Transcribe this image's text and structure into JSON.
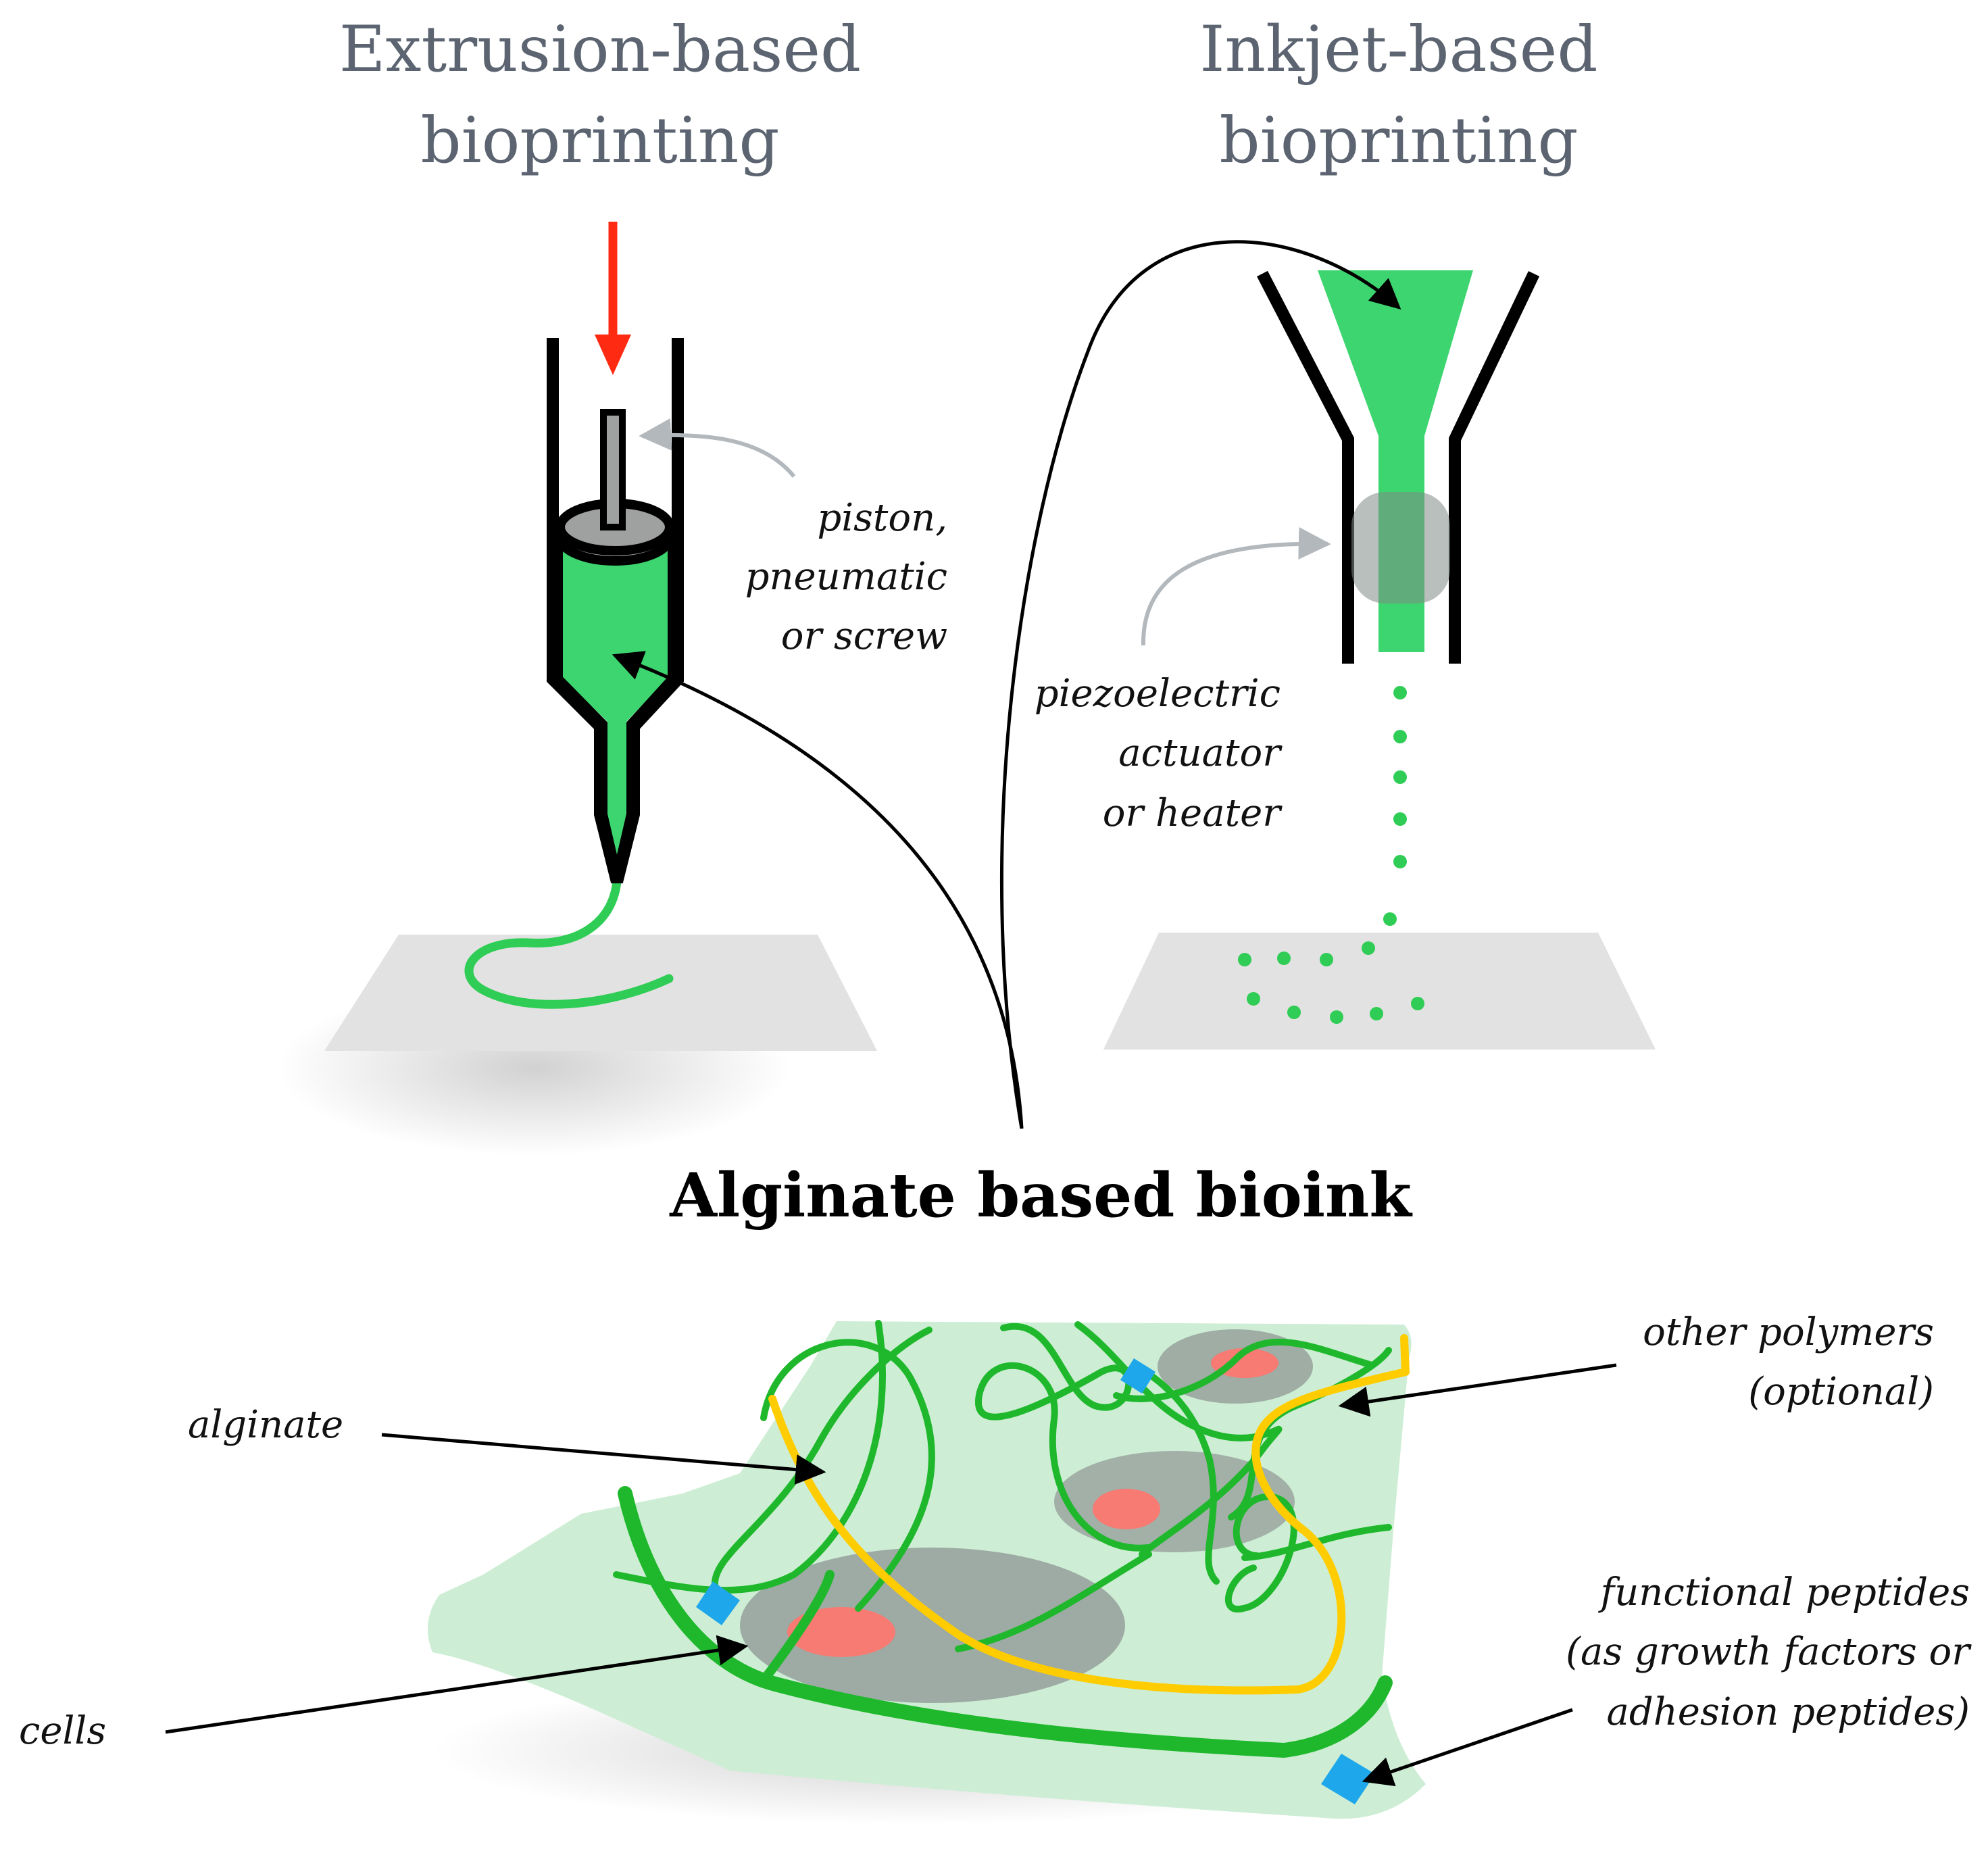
{
  "titles": {
    "extrusion_line1": "Extrusion-based",
    "extrusion_line2": "bioprinting",
    "inkjet_line1": "Inkjet-based",
    "inkjet_line2": "bioprinting"
  },
  "heading": "Alginate based bioink",
  "labels": {
    "piston_line1": "piston,",
    "piston_line2": "pneumatic",
    "piston_line3": "or screw",
    "piezo_line1": "piezoelectric",
    "piezo_line2": "actuator",
    "piezo_line3": "or heater",
    "alginate": "alginate",
    "cells": "cells",
    "other_polymers_line1": "other polymers",
    "other_polymers_line2": "(optional)",
    "peptides_line1": "functional  peptides",
    "peptides_line2": "(as growth factors or",
    "peptides_line3": "adhesion peptides)"
  },
  "colors": {
    "bioink_green": "#3dd56f",
    "alginate_green": "#1fb82c",
    "polymer_yellow": "#ffcc00",
    "peptide_blue": "#1ea7ea",
    "cell_gray": "#9aa5a0",
    "nucleus_red": "#f77a73",
    "pressure_red": "#ff2a12",
    "matrix_fill": "#cdeed4"
  },
  "icons": {
    "pressure": "down-arrow-icon",
    "peptide": "diamond-icon"
  }
}
